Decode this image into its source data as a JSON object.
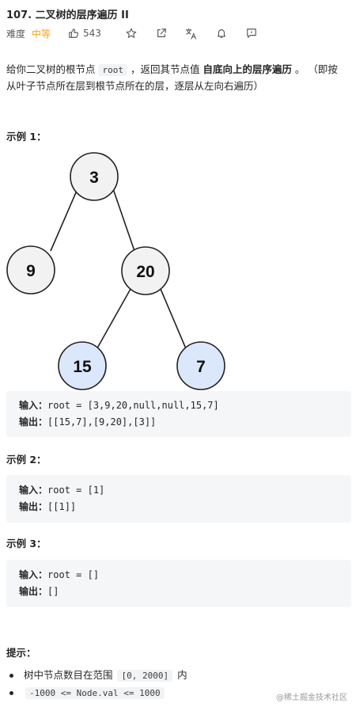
{
  "problem": {
    "title": "107. 二叉树的层序遍历 II",
    "difficulty_label": "难度",
    "difficulty": "中等",
    "likes": "543"
  },
  "description": {
    "part1": "给你二叉树的根节点 ",
    "code": "root",
    "part2": " ，返回其节点值 ",
    "bold": "自底向上的层序遍历",
    "part3": " 。 （即按从叶子节点所在层到根节点所在的层，逐层从左向右遍历）"
  },
  "example1": {
    "title": "示例 1：",
    "tree": {
      "nodes": [
        {
          "label": "3",
          "highlighted": false
        },
        {
          "label": "9",
          "highlighted": false
        },
        {
          "label": "20",
          "highlighted": false
        },
        {
          "label": "15",
          "highlighted": true
        },
        {
          "label": "7",
          "highlighted": true
        }
      ],
      "colors": {
        "normal": "#f2f2f2",
        "highlight": "#dbe8fb",
        "stroke": "#222222"
      }
    },
    "input_label": "输入：",
    "input": "root = [3,9,20,null,null,15,7]",
    "output_label": "输出：",
    "output": "[[15,7],[9,20],[3]]"
  },
  "example2": {
    "title": "示例 2：",
    "input_label": "输入：",
    "input": "root = [1]",
    "output_label": "输出：",
    "output": "[[1]]"
  },
  "example3": {
    "title": "示例 3：",
    "input_label": "输入：",
    "input": "root = []",
    "output_label": "输出：",
    "output": "[]"
  },
  "hints": {
    "title": "提示：",
    "h1_pre": "树中节点数目在范围 ",
    "h1_code": "[0, 2000]",
    "h1_post": " 内",
    "h2_code": "-1000 <= Node.val <= 1000"
  },
  "watermark": "@稀土掘金技术社区"
}
